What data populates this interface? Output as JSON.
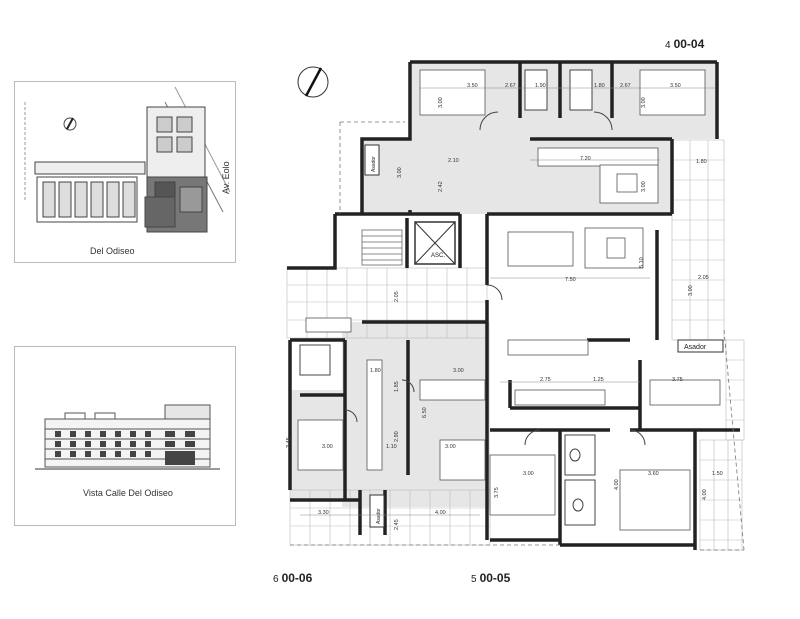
{
  "site_plan": {
    "street_side": "Av. Eolo",
    "street_bottom": "Del Odiseo"
  },
  "elevation": {
    "caption": "Vista Calle Del Odiseo"
  },
  "units": [
    {
      "number": "4",
      "code": "00-04"
    },
    {
      "number": "5",
      "code": "00-05"
    },
    {
      "number": "6",
      "code": "00-06"
    }
  ],
  "plan_labels": {
    "elevator": "ASC.",
    "grill_top": "Asador",
    "grill_right": "Asador",
    "grill_bottom": "Asador"
  },
  "dimensions": [
    "3.50",
    "2.67",
    "1.90",
    "1.80",
    "2.67",
    "3.50",
    "3.00",
    "3.00",
    "1.80",
    "2.10",
    "7.20",
    "3.00",
    "3.00",
    "2.42",
    "7.50",
    "5.10",
    "2.05",
    "3.00",
    "2.05",
    "2.75",
    "1.25",
    "3.75",
    "3.00",
    "1.80",
    "1.85",
    "6.50",
    "3.00",
    "3.45",
    "2.90",
    "1.10",
    "3.00",
    "3.75",
    "3.00",
    "3.60",
    "4.00",
    "4.00",
    "3.30",
    "2.45",
    "4.00",
    "1.50"
  ]
}
